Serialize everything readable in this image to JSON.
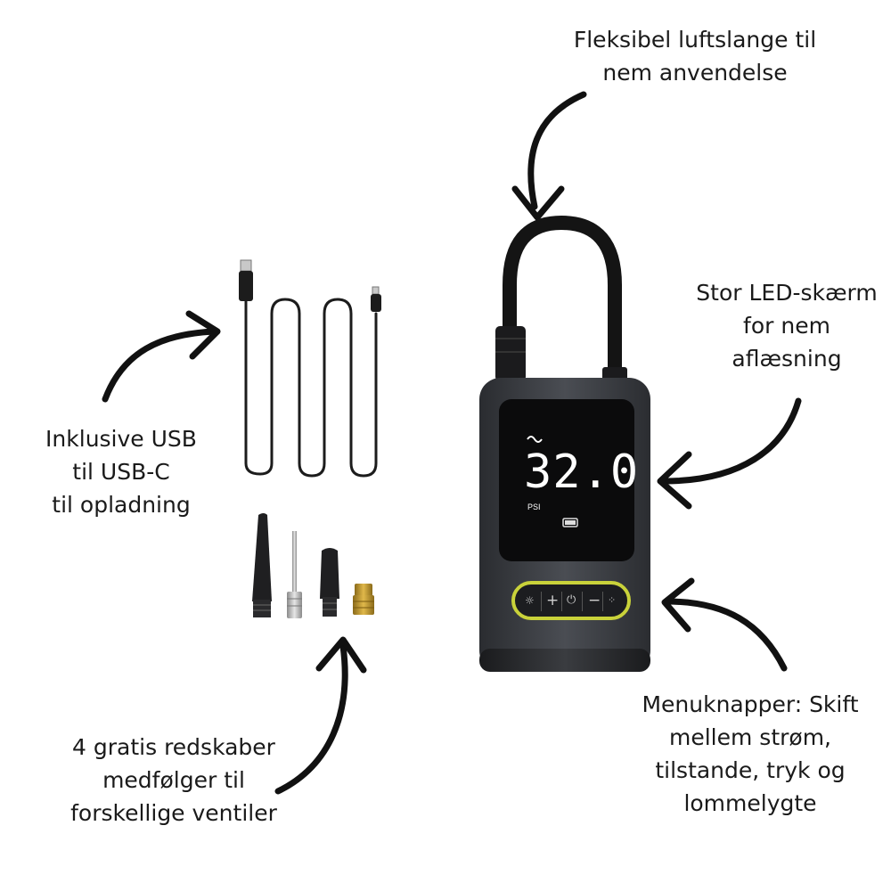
{
  "captions": {
    "hose": [
      "Fleksibel luftslange til",
      "nem anvendelse"
    ],
    "screen": [
      "Stor LED-skærm",
      "for nem",
      "aflæsning"
    ],
    "usb": [
      "Inklusive USB",
      "til USB-C",
      "til opladning"
    ],
    "tools": [
      "4 gratis redskaber",
      "medfølger til",
      "forskellige ventiler"
    ],
    "buttons": [
      "Menuknapper: Skift",
      "mellem strøm,",
      "tilstande, tryk og",
      "lommelygte"
    ]
  },
  "display": {
    "reading": "32.0",
    "unit": "PSI"
  },
  "device_buttons": [
    "light-icon",
    "plus-icon",
    "power-icon",
    "minus-icon",
    "mode-icon"
  ],
  "colors": {
    "accent_ring": "#c9d23a",
    "arrow": "#111111",
    "body": "#3a3d42",
    "screen": "#0b0b0c"
  }
}
